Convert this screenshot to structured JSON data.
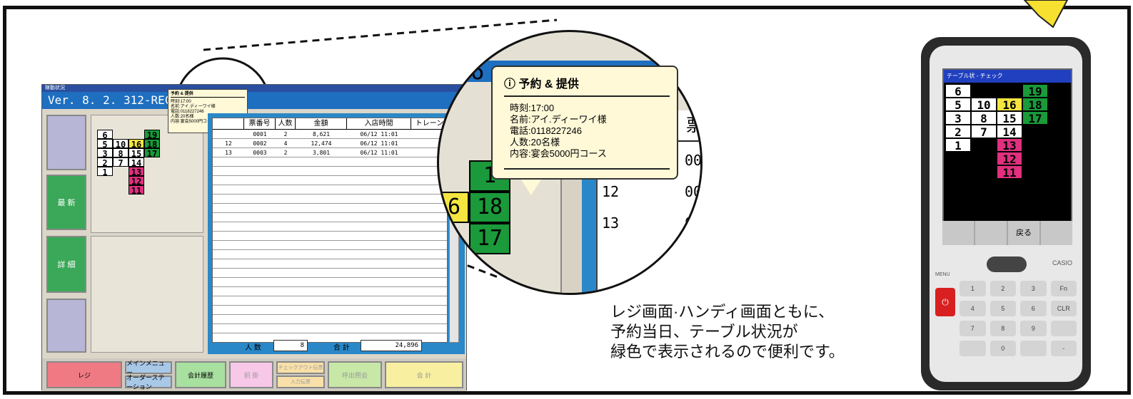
{
  "pos": {
    "title": "稼動状況",
    "version": "Ver. 8. 2. 312-REC1 6",
    "left_buttons": [
      "",
      "最 新",
      "詳 細",
      ""
    ],
    "tooltip_small": [
      "予約 & 提供",
      "時刻:17:00",
      "名前:アイ.ディーワイ様",
      "電話:0118227246",
      "人数:20名様",
      "内容:宴会5000円コース"
    ],
    "list_headers": [
      "",
      "票番号",
      "人数",
      "金額",
      "入店時間",
      "トレーン"
    ],
    "rows": [
      {
        "table": "",
        "no": "0001",
        "people": "2",
        "amount": "8,621",
        "time": "06/12 11:01"
      },
      {
        "table": "12",
        "no": "0002",
        "people": "4",
        "amount": "12,474",
        "time": "06/12 11:01"
      },
      {
        "table": "13",
        "no": "0003",
        "people": "2",
        "amount": "3,801",
        "time": "06/12 11:01"
      }
    ],
    "people_label": "人 数",
    "people_total": "8",
    "sum_label": "合 計",
    "sum_total": "24,896",
    "bottom_buttons": [
      "レジ",
      "メインメニュー",
      "オーダーステーション",
      "会計履歴",
      "前 掛",
      "チェックアウト伝票",
      "入力伝票",
      "呼出照会",
      "会 計"
    ]
  },
  "table_grid": [
    [
      "6",
      "",
      "",
      "19"
    ],
    [
      "5",
      "10",
      "16",
      "18"
    ],
    [
      "3",
      "8",
      "15",
      "17"
    ],
    [
      "2",
      "7",
      "14",
      ""
    ],
    [
      "1",
      "",
      "13",
      ""
    ],
    [
      "",
      "",
      "12",
      ""
    ],
    [
      "",
      "",
      "11",
      ""
    ]
  ],
  "magnifier": {
    "header": "票",
    "rows": [
      "12",
      "13"
    ],
    "cut_text": [
      "000",
      "000",
      "00"
    ],
    "numbers": [
      "6",
      "1",
      "18",
      "17",
      "6"
    ]
  },
  "big_tooltip": {
    "title": "予約 & 提供",
    "lines": [
      "時刻:17:00",
      "名前:アイ.ディーワイ様",
      "電話:0118227246",
      "人数:20名様",
      "内容:宴会5000円コース"
    ]
  },
  "caption": [
    "レジ画面·ハンディ画面ともに、",
    "予約当日、テーブル状況が",
    "緑色で表示されるので便利です。"
  ],
  "phone": {
    "title": "テーブル状 - チェック",
    "softkeys": [
      "",
      "",
      "戻る",
      ""
    ],
    "brand": "CASIO",
    "menu_label": "MENU",
    "keys": [
      [
        "1",
        "2",
        "3",
        "Fn"
      ],
      [
        "4",
        "5",
        "6",
        "CLR"
      ],
      [
        "7",
        "8",
        "9",
        ""
      ],
      [
        "",
        "0",
        "",
        "-"
      ]
    ]
  }
}
